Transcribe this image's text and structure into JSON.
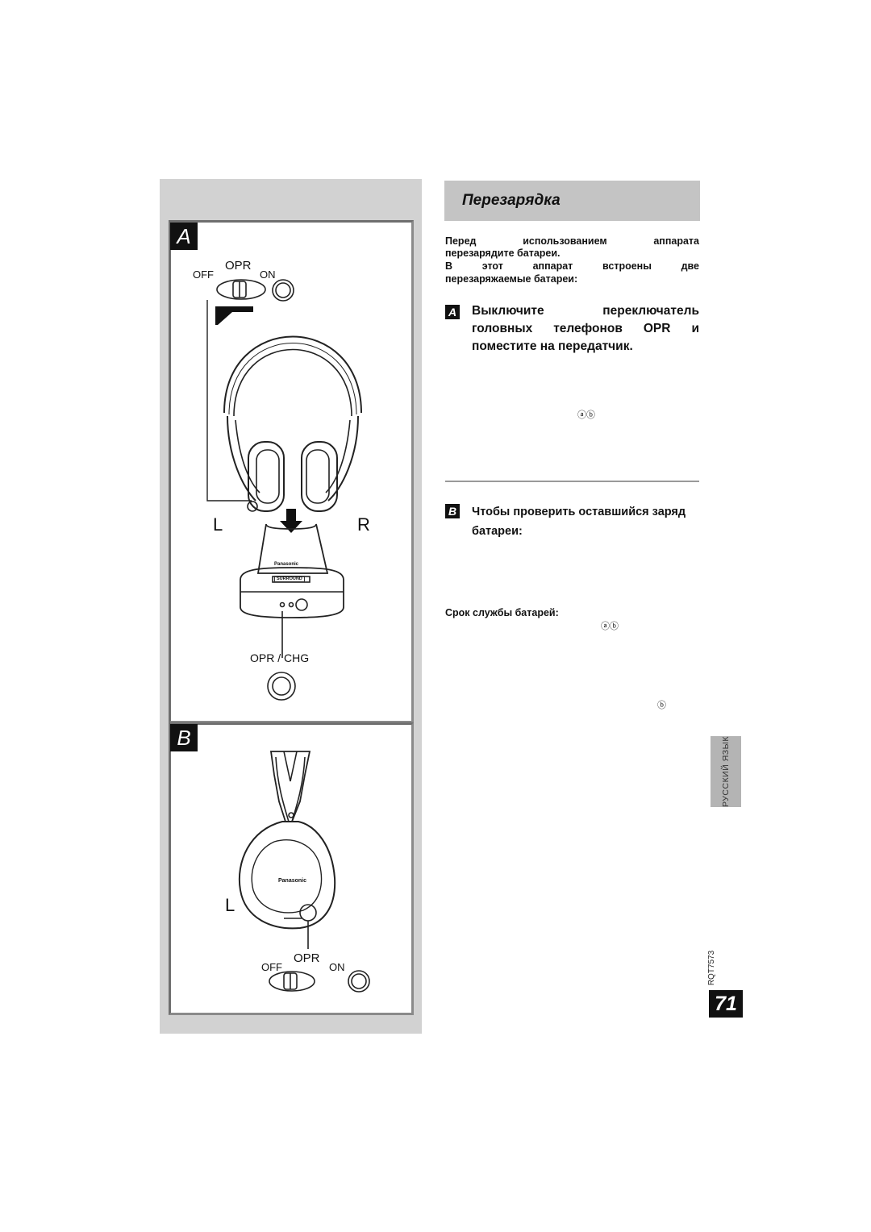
{
  "figures": {
    "a": {
      "badge": "A",
      "switch_off": "OFF",
      "switch_opr": "OPR",
      "switch_on": "ON",
      "left_label": "L",
      "right_label": "R",
      "brand": "Panasonic",
      "surround": "SURROUND",
      "button_label": "OPR / CHG"
    },
    "b": {
      "badge": "B",
      "brand": "Panasonic",
      "left_label": "L",
      "switch_off": "OFF",
      "switch_opr": "OPR",
      "switch_on": "ON"
    }
  },
  "section": {
    "title": "Перезарядка",
    "intro_line1": "Перед использованием аппарата",
    "intro_line2": "перезарядите батареи.",
    "intro_line3": "В этот аппарат встроены две",
    "intro_line4": "перезаряжаемые батареи:",
    "step_a": {
      "badge": "A",
      "line1": "Выключите переключатель",
      "line2": "головных телефонов OPR и",
      "line3": "поместите на передатчик.",
      "ref": "ⓐⓑ"
    },
    "step_b": {
      "badge": "B",
      "line1": "Чтобы проверить оставшийся заряд",
      "line2": "батареи:"
    },
    "battery_life": {
      "heading": "Срок службы батарей:",
      "ref1": "ⓐⓑ",
      "ref2": "ⓑ"
    }
  },
  "sidebar": {
    "language": "РУССКИЙ ЯЗЫК",
    "doc_code": "RQT7573",
    "page_number": "71"
  }
}
